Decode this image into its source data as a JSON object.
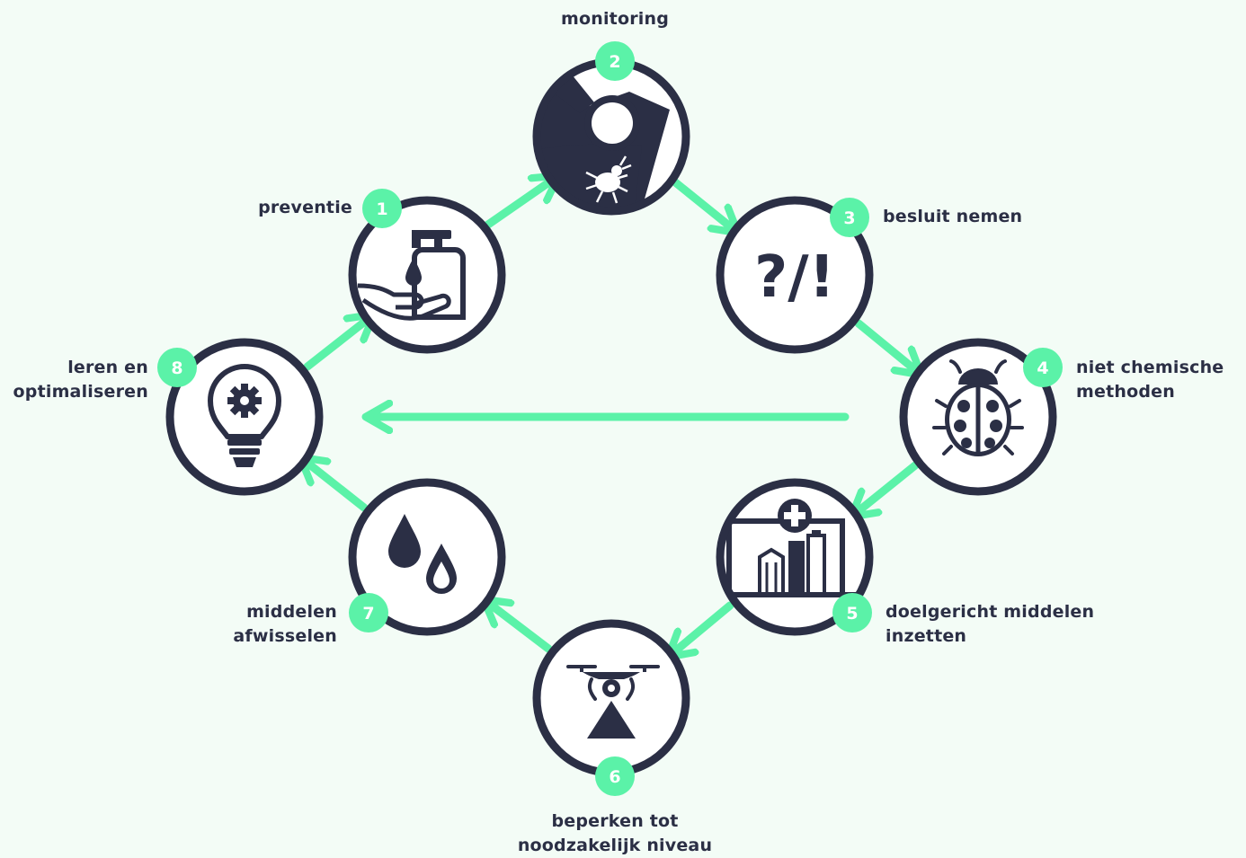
{
  "colors": {
    "accent": "#5bf2a8",
    "dark": "#2b2f45",
    "background": "#f3fcf6",
    "circle_fill": "#ffffff"
  },
  "steps": [
    {
      "number": "1",
      "lines": [
        "preventie"
      ],
      "icon": "hand-soap-icon"
    },
    {
      "number": "2",
      "lines": [
        "monitoring"
      ],
      "icon": "magnifier-beetle-icon"
    },
    {
      "number": "3",
      "lines": [
        "besluit nemen"
      ],
      "icon": "question-exclamation-icon"
    },
    {
      "number": "4",
      "lines": [
        "niet chemische",
        "methoden"
      ],
      "icon": "ladybug-icon"
    },
    {
      "number": "5",
      "lines": [
        "doelgericht middelen",
        "inzetten"
      ],
      "icon": "hospital-chart-icon"
    },
    {
      "number": "6",
      "lines": [
        "beperken tot",
        "noodzakelijk niveau"
      ],
      "icon": "drone-spray-icon"
    },
    {
      "number": "7",
      "lines": [
        "middelen",
        "afwisselen"
      ],
      "icon": "water-drops-icon"
    },
    {
      "number": "8",
      "lines": [
        "leren en",
        "optimaliseren"
      ],
      "icon": "lightbulb-gear-icon"
    }
  ],
  "icon_text": {
    "question_exclamation": "?/!"
  }
}
